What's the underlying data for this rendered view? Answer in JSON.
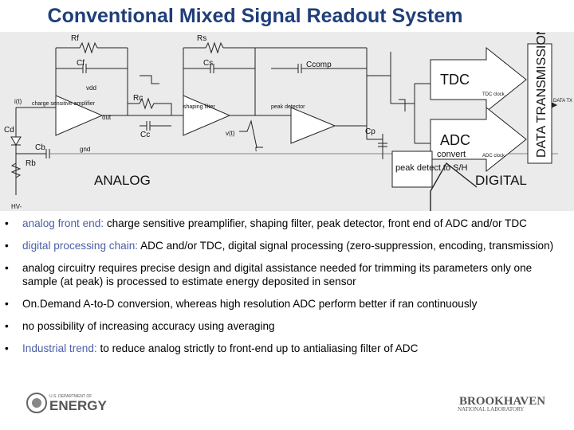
{
  "title": "Conventional Mixed Signal Readout System",
  "schematic": {
    "Rf": "Rf",
    "Cf": "Cf",
    "Rs": "Rs",
    "Cs": "Cs",
    "Rc": "Rc",
    "Cc": "Cc",
    "Cd": "Cd",
    "Cb": "Cb",
    "Rb": "Rb",
    "Cp": "Cp",
    "Ccomp": "Ccomp",
    "i_t": "i(t)",
    "v_t": "v(t)",
    "vdd": "vdd",
    "gnd": "gnd",
    "out": "out",
    "t": "t",
    "hv": "HV-",
    "csa": "charge sensitive amplifier",
    "shaping": "shaping filter",
    "peak": "peak detector",
    "tdc": "TDC",
    "adc": "ADC",
    "convert": "convert",
    "tdc_clock": "TDC clock",
    "adc_clock": "ADC clock",
    "data_transmission": "DATA TRANSMISSION",
    "data_tx": "DATA TX",
    "analog": "ANALOG",
    "digital": "DIGITAL",
    "peak_detect": "peak detect to S/H"
  },
  "bullets": [
    {
      "highlight": "analog front end:",
      "text": " charge sensitive preamplifier, shaping filter, peak detector, front end of ADC and/or TDC"
    },
    {
      "highlight": "digital processing chain:",
      "text": " ADC and/or TDC, digital signal processing (zero-suppression, encoding, transmission)"
    },
    {
      "highlight": "",
      "text": "analog circuitry requires precise design and digital assistance needed for trimming its parameters only one sample (at peak) is processed to estimate energy deposited in sensor"
    },
    {
      "highlight": "",
      "text": "On.Demand A-to-D conversion, whereas high resolution ADC perform better if ran continuously"
    },
    {
      "highlight": "",
      "text": "no possibility of increasing accuracy using averaging"
    },
    {
      "highlight": "Industrial trend:",
      "text": "  to reduce analog strictly to front-end up to antialiasing filter of ADC"
    }
  ],
  "footer": {
    "doe_small": "U.S. DEPARTMENT OF",
    "doe_big": "ENERGY",
    "bnl_big": "BROOKHAVEN",
    "bnl_small": "NATIONAL LABORATORY"
  },
  "colors": {
    "title": "#1f3e7a",
    "highlight": "#4b5fa8",
    "diagram_bg": "#ebebeb"
  }
}
